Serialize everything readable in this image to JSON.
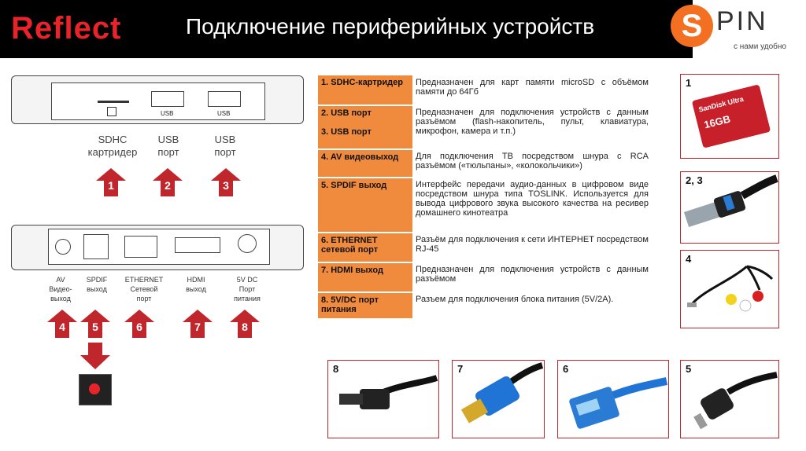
{
  "header": {
    "brand": "Reflect",
    "title": "Подключение периферийных устройств",
    "spin_letter": "S",
    "spin_word": "PIN",
    "spin_tagline": "с нами удобно",
    "colors": {
      "bar": "#000000",
      "brand": "#e8242a",
      "spin": "#f36f21"
    }
  },
  "top_device": {
    "port_usb": "USB",
    "labels": [
      {
        "text1": "SDHC",
        "text2": "картридер"
      },
      {
        "text1": "USB",
        "text2": "порт"
      },
      {
        "text1": "USB",
        "text2": "порт"
      }
    ],
    "arrows": [
      "1",
      "2",
      "3"
    ]
  },
  "bottom_device": {
    "labels": [
      {
        "text1": "AV",
        "text2": "Видео-",
        "text3": "выход"
      },
      {
        "text1": "SPDIF",
        "text2": "выход",
        "text3": ""
      },
      {
        "text1": "ETHERNET",
        "text2": "Сетевой",
        "text3": "порт"
      },
      {
        "text1": "HDMI",
        "text2": "выход",
        "text3": ""
      },
      {
        "text1": "5V DC",
        "text2": "Порт",
        "text3": "питания"
      }
    ],
    "arrows": [
      "4",
      "5",
      "6",
      "7",
      "8"
    ]
  },
  "spec_table": [
    {
      "label": "1. SDHC-картридер",
      "desc": "Предназначен для карт памяти microSD с объёмом памяти до 64Гб"
    },
    {
      "label": "2. USB порт",
      "label2": "3. USB порт",
      "desc": "Предназначен для подключения устройств с данным разъёмом (flash-накопитель, пульт, клавиатура, микрофон, камера и т.п.)"
    },
    {
      "label": "4. AV видеовыход",
      "desc": "Для подключения ТВ посредством шнура с RCA разъёмом («тюльпаны», «колокольчики»)"
    },
    {
      "label": "5. SPDIF выход",
      "desc": "Интерфейс передачи аудио-данных в цифровом виде посредством шнура типа TOSLINK. Используется для вывода цифрового звука высокого качества на ресивер домашнего кинотеатра"
    },
    {
      "label": "6. ETHERNET сетевой порт",
      "desc": "Разъём для подключения к сети ИНТЕРНЕТ посредством RJ-45"
    },
    {
      "label": "7. HDMI выход",
      "desc": "Предназначен для подключения устройств с данным разъёмом"
    },
    {
      "label": "8. 5V/DC порт питания",
      "desc": "Разъем для подключения блока питания (5V/2A)."
    }
  ],
  "photos": {
    "p1": "1",
    "p23": "2, 3",
    "p4": "4",
    "p8": "8",
    "p7": "7",
    "p6": "6",
    "p5": "5",
    "sd_brand": "SanDisk Ultra",
    "sd_size": "16GB"
  }
}
